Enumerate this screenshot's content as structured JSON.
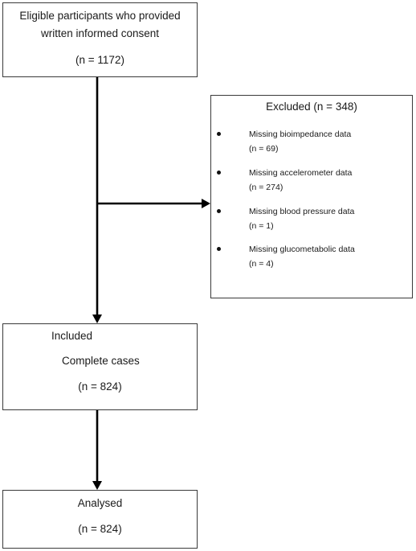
{
  "consent_box": {
    "line1": "Eligible participants who provided",
    "line2": "written informed consent",
    "count": "(n = 1172)"
  },
  "excluded_box": {
    "title": "Excluded (n = 348)",
    "items": [
      {
        "label": "Missing bioimpedance data",
        "count": "(n = 69)"
      },
      {
        "label": "Missing accelerometer data",
        "count": "(n = 274)"
      },
      {
        "label": "Missing blood pressure data",
        "count": "(n = 1)"
      },
      {
        "label": "Missing glucometabolic data",
        "count": "(n = 4)"
      }
    ]
  },
  "included_box": {
    "line1": "Included",
    "line2": "Complete cases",
    "count": "(n = 824)"
  },
  "analysed_box": {
    "line1": "Analysed",
    "count": "(n = 824)"
  }
}
